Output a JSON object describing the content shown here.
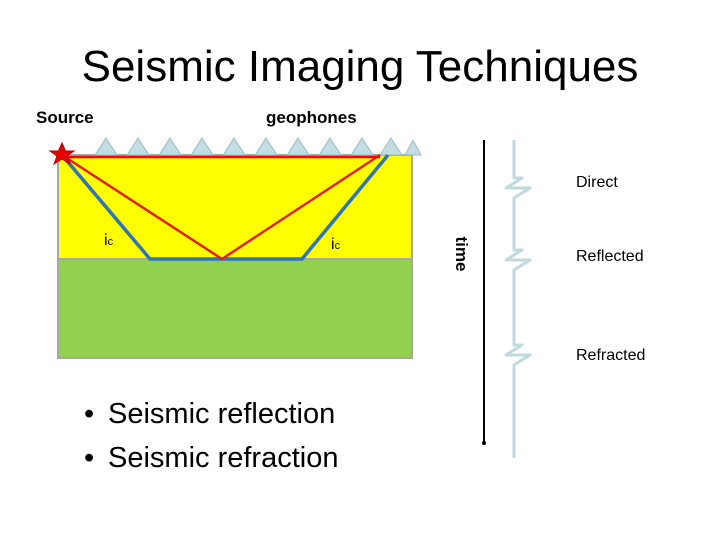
{
  "title": "Seismic Imaging Techniques",
  "labels": {
    "source": "Source",
    "geophones": "geophones",
    "direct": "Direct",
    "reflected": "Reflected",
    "refracted": "Refracted",
    "time_axis": "time",
    "critical_angle_left": "i",
    "critical_angle_right": "i",
    "critical_angle_sub": "c"
  },
  "bullets": [
    "Seismic reflection",
    "Seismic refraction"
  ],
  "colors": {
    "upper_layer": "#ffff00",
    "lower_layer": "#92d050",
    "layer_border": "#a6a6a6",
    "geophone": "#c3dce1",
    "direct_ray": "#ff0000",
    "reflected_ray": "#e02020",
    "refracted_ray": "#2e75b6",
    "seismogram": "#bfd9de",
    "source_star": "#e60000"
  },
  "geophone_count": 11,
  "icons": [
    "source-star-icon",
    "geophone-icon"
  ]
}
